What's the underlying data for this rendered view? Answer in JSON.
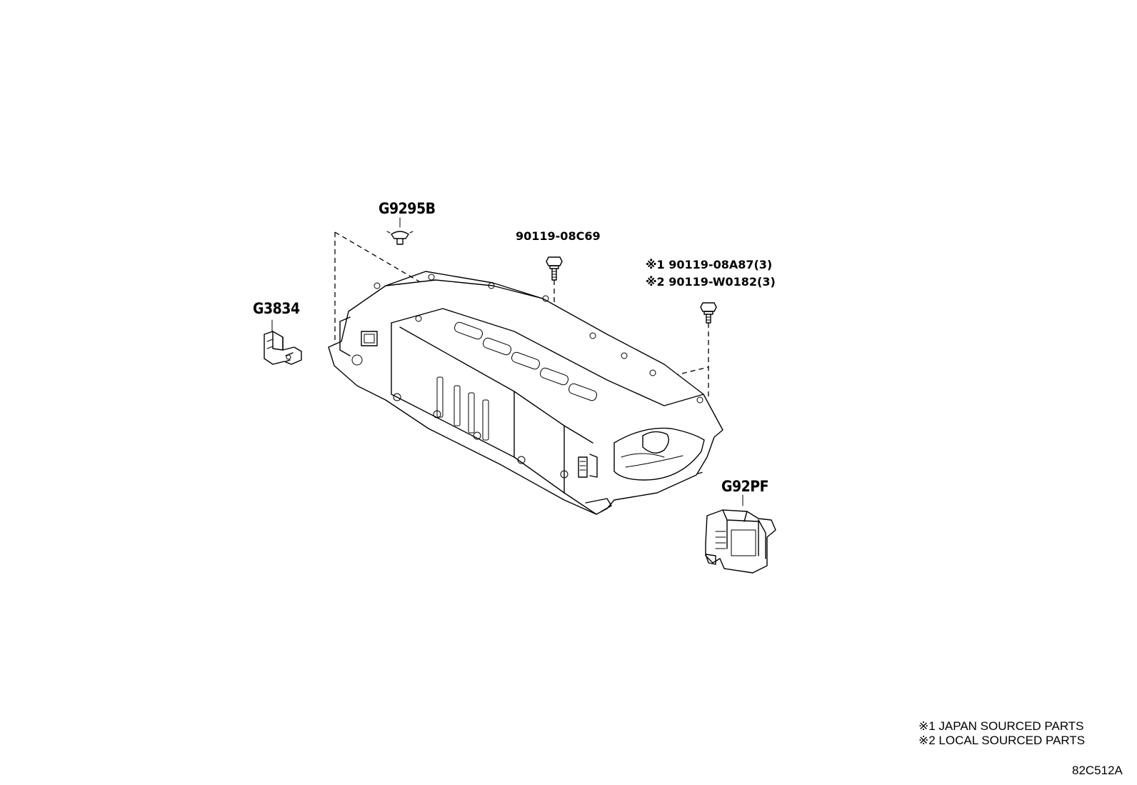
{
  "callouts": {
    "g9295b": "G9295B",
    "bolt_a": "90119-08C69",
    "bolt_b_1": "※1 90119-08A87(3)",
    "bolt_b_2": "※2 90119-W0182(3)",
    "g3834": "G3834",
    "g92pf": "G92PF"
  },
  "notes": [
    "※1 JAPAN SOURCED PARTS",
    "※2 LOCAL SOURCED PARTS"
  ],
  "diagram_code": "82C512A"
}
